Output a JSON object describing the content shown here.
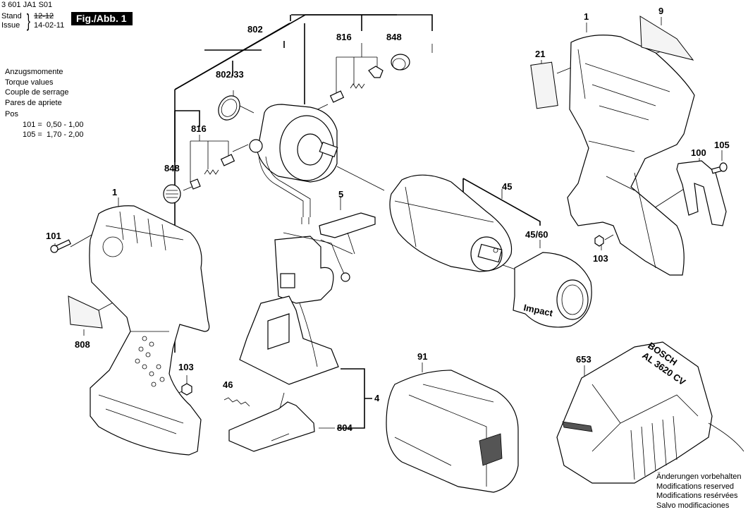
{
  "header": {
    "doc_id": "3 601 JA1 S01",
    "stand_label": "Stand",
    "issue_label": "Issue",
    "stand_old_date": "12-12",
    "issue_date": "14-02-11",
    "figure_badge": "Fig./Abb. 1"
  },
  "torque_legend": {
    "lines": [
      "Anzugsmomente",
      "Torque values",
      "Couple de serrage",
      "Pares de apriete"
    ],
    "pos_label": "Pos",
    "rows": [
      "101 =  0,50 - 1,00",
      "105 =  1,70 - 2,00"
    ]
  },
  "footer": {
    "lines": [
      "Änderungen vorbehalten",
      "Modifications reserved",
      "Modifications resérvées",
      "Salvo modificaciones"
    ]
  },
  "callouts": {
    "c802": "802",
    "c802_33": "802/33",
    "c816_top": "816",
    "c848_top": "848",
    "c816_left": "816",
    "c848_left": "848",
    "c1_left": "1",
    "c101": "101",
    "c808": "808",
    "c103_left": "103",
    "c5": "5",
    "c46": "46",
    "c804": "804",
    "c4": "4",
    "c45": "45",
    "c45_60": "45/60",
    "c91": "91",
    "c653": "653",
    "c1_right": "1",
    "c9": "9",
    "c21": "21",
    "c105": "105",
    "c100": "100",
    "c103_right": "103"
  },
  "product_marks": {
    "impact_text": "Impact",
    "charger_brand": "BOSCH",
    "charger_model": "AL 3620 CV"
  }
}
